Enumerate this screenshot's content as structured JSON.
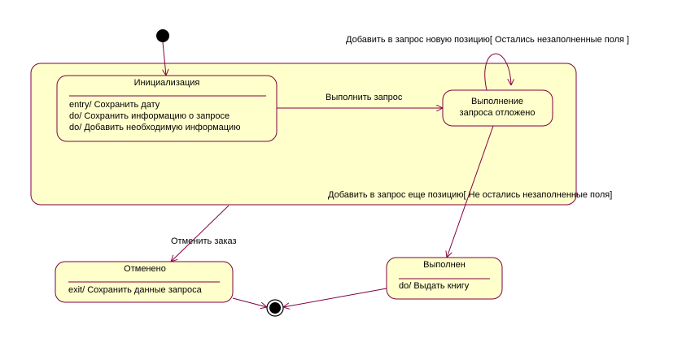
{
  "diagram": {
    "states": {
      "init": {
        "name": "Инициализация",
        "activities": [
          "entry/ Сохранить дату",
          "do/ Сохранить информацию о запросе",
          "do/ Добавить необходимую информацию"
        ]
      },
      "pending": {
        "name_line1": "Выполнение",
        "name_line2": "запроса отложено"
      },
      "cancelled": {
        "name": "Отменено",
        "activities": [
          "exit/ Сохранить данные запроса"
        ]
      },
      "done": {
        "name": "Выполнен",
        "activities": [
          "do/ Выдать книгу"
        ]
      }
    },
    "transitions": {
      "execute_request": "Выполнить запрос",
      "add_position_loop": "Добавить в запрос новую позицию[ Остались незаполненные поля ]",
      "add_position_exit": "Добавить в запрос еще позицию[ Не остались незаполненные поля]",
      "cancel_order": "Отменить заказ"
    },
    "colors": {
      "fill": "#ffffcc",
      "stroke": "#800040",
      "node": "#000000"
    }
  }
}
